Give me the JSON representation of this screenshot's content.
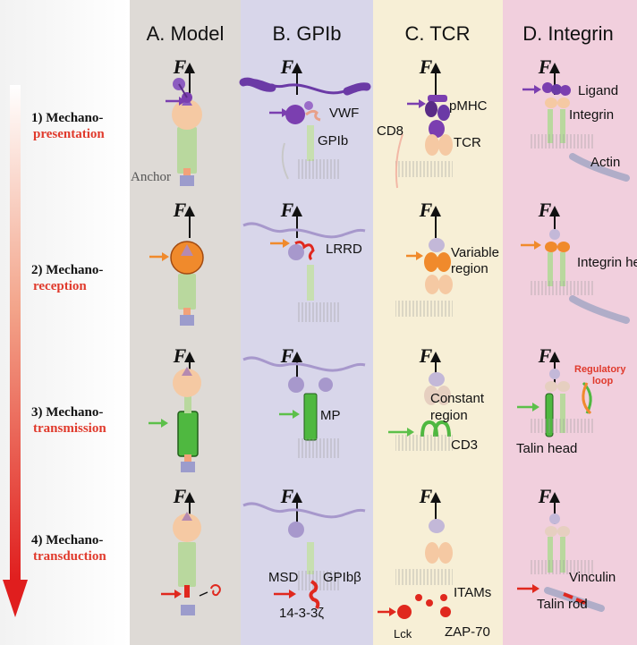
{
  "colors": {
    "stage_red": "#e03a2c",
    "mechano_presentation": "#7b3fb0",
    "mechano_reception": "#f08a2c",
    "mechano_transmission": "#5cc04a",
    "mechano_transduction": "#e0281e",
    "panel_model_bg": "#dedad6",
    "panel_gpib_bg": "#d8d6ea",
    "panel_tcr_bg": "#f7efd6",
    "panel_integrin_bg": "#f1cfdd"
  },
  "columns": {
    "model": "A. Model",
    "gpib": "B. GPIb",
    "tcr": "C. TCR",
    "integrin": "D. Integrin"
  },
  "stages": [
    {
      "number": "1) Mechano-",
      "name": "presentation"
    },
    {
      "number": "2) Mechano-",
      "name": "reception"
    },
    {
      "number": "3) Mechano-",
      "name": "transmission"
    },
    {
      "number": "4) Mechano-",
      "name": "transduction"
    }
  ],
  "force_symbol": "F",
  "labels": {
    "model": {
      "anchor": "Anchor"
    },
    "gpib": {
      "vwf": "VWF",
      "gpib": "GPIb",
      "lrrd": "LRRD",
      "mp": "MP",
      "msd": "MSD",
      "gpib_beta": "GPIbβ",
      "protein_14_3_3": "14-3-3ζ"
    },
    "tcr": {
      "pmhc": "pMHC",
      "cd8": "CD8",
      "tcr": "TCR",
      "variable_region": [
        "Variable",
        "region"
      ],
      "constant_region": [
        "Constant",
        "region"
      ],
      "cd3": "CD3",
      "itams": "ITAMs",
      "lck": "Lck",
      "zap70": "ZAP-70"
    },
    "integrin": {
      "ligand": "Ligand",
      "integrin": "Integrin",
      "actin": "Actin",
      "integrin_head": "Integrin head",
      "regulatory_loop": [
        "Regulatory",
        "loop"
      ],
      "talin_head": "Talin head",
      "vinculin": "Vinculin",
      "talin_rod": "Talin rod"
    }
  }
}
